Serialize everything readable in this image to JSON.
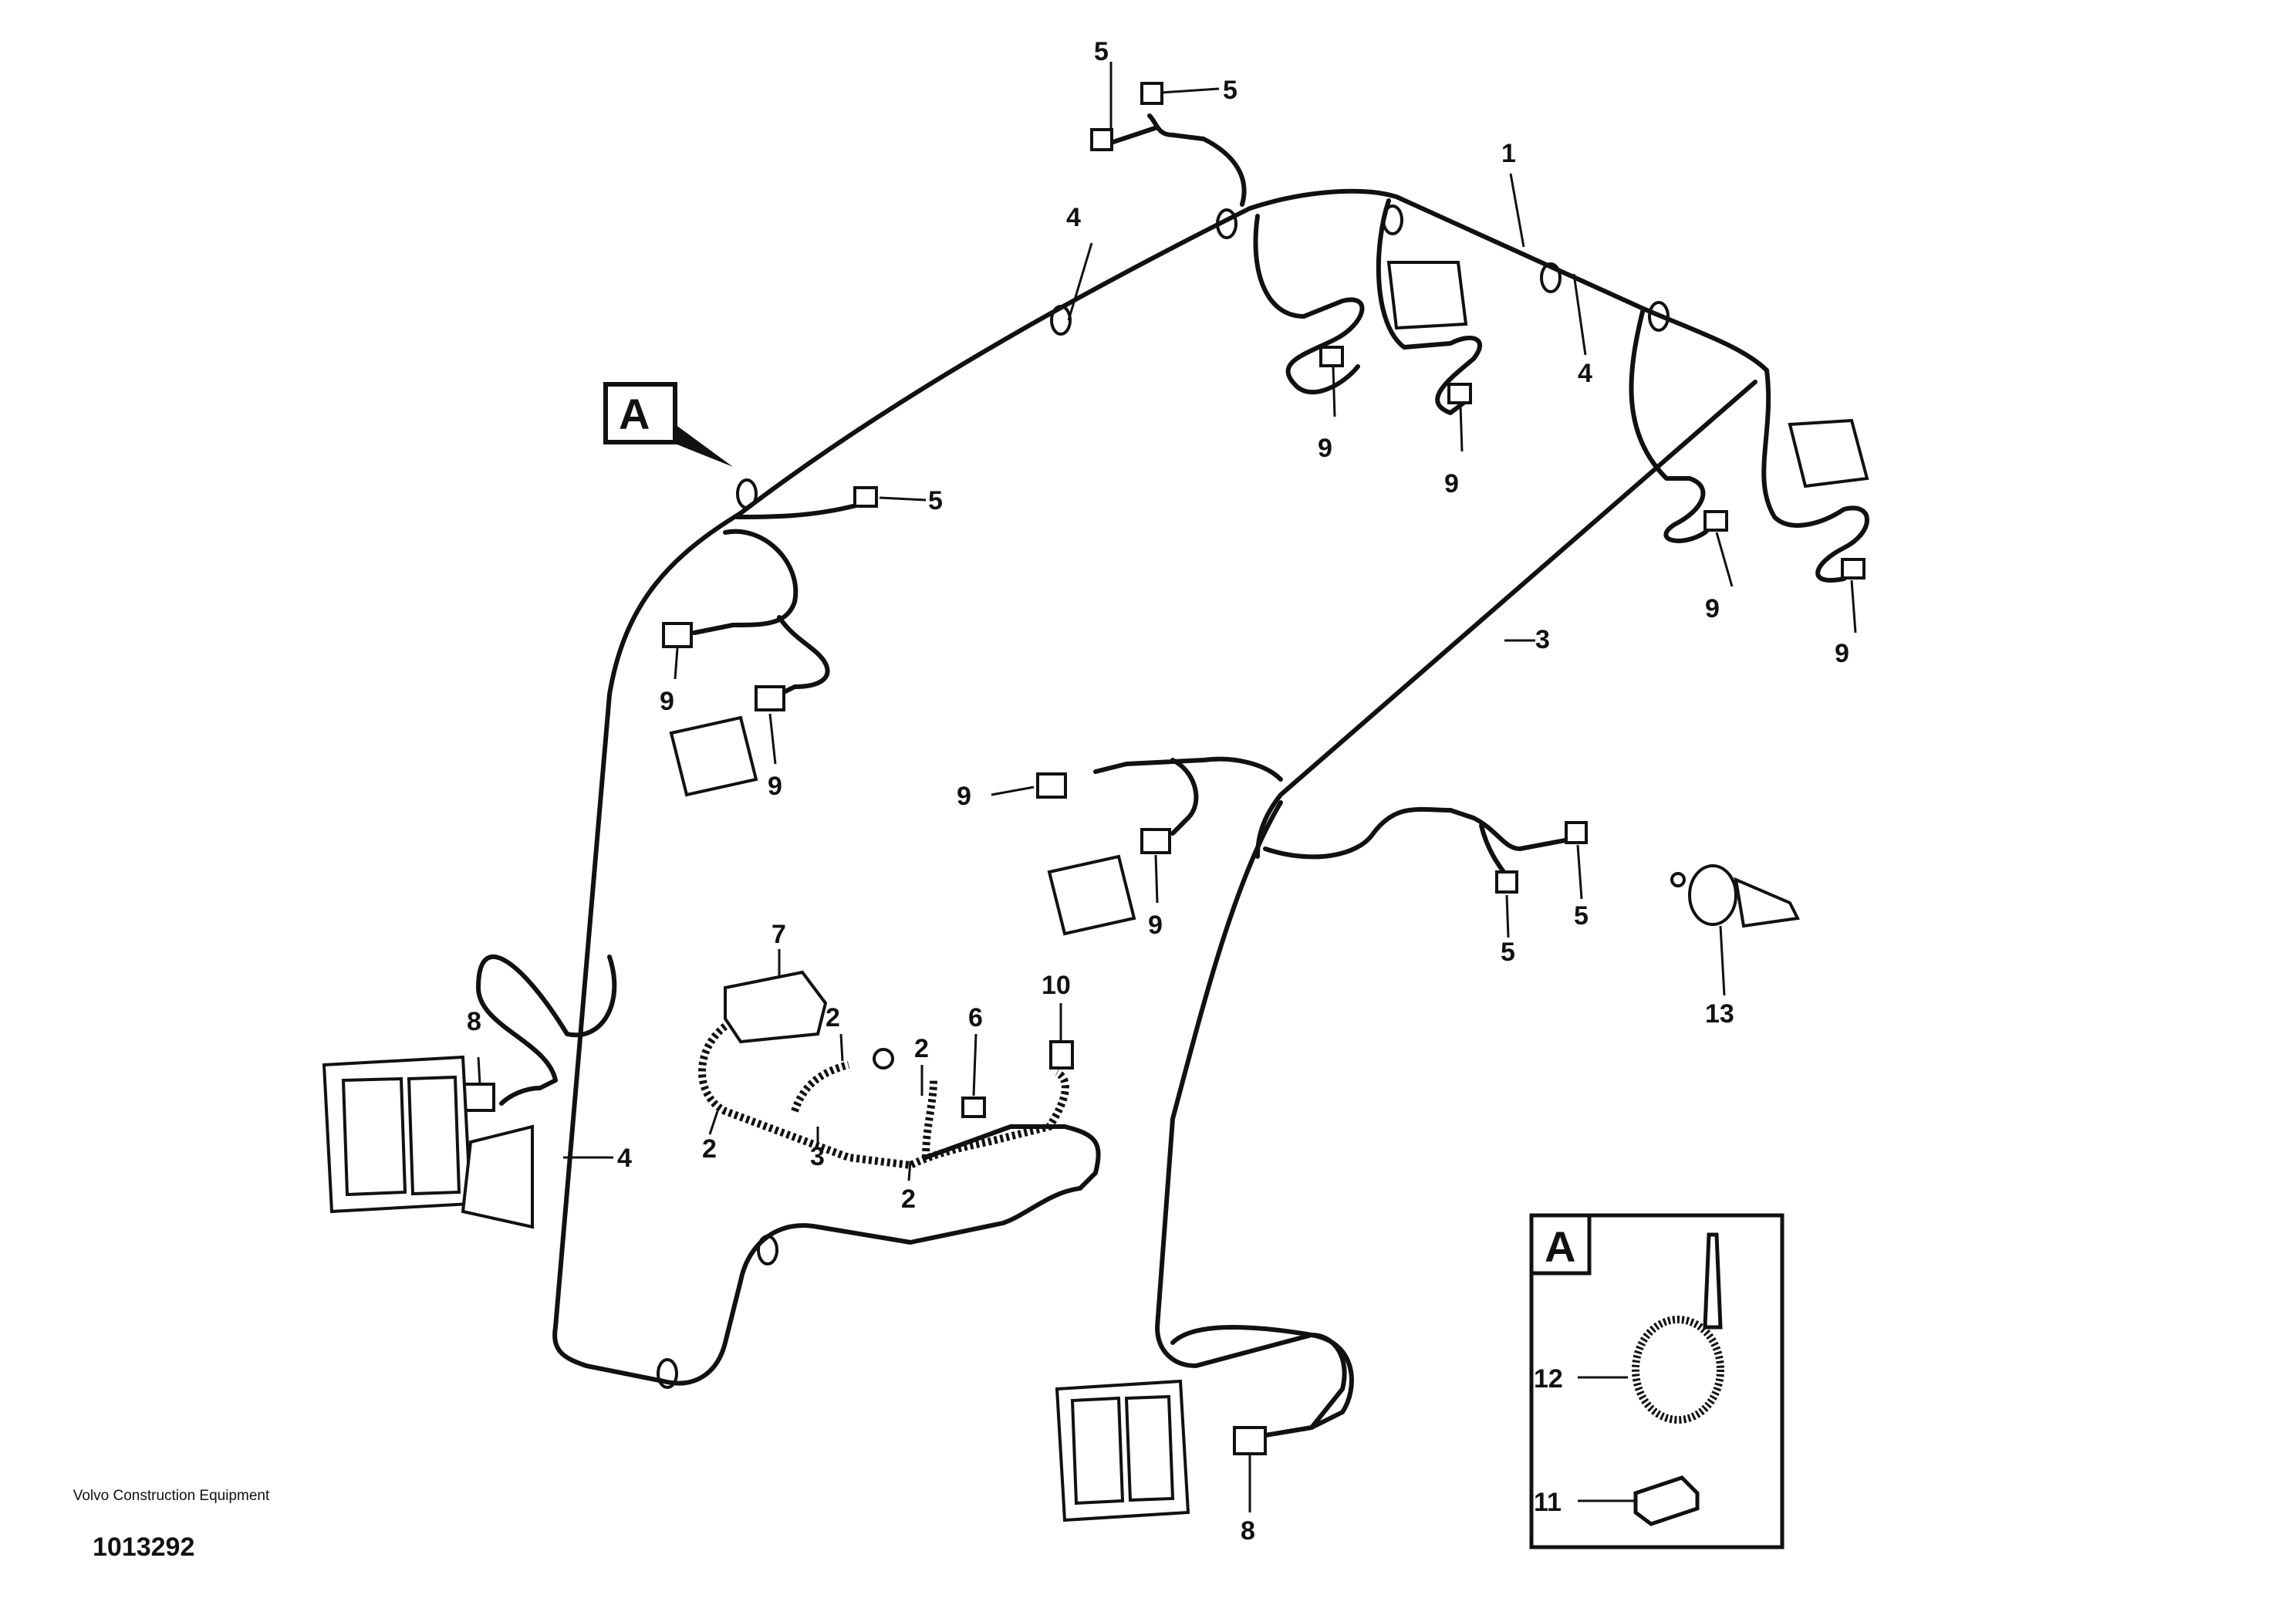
{
  "figure": {
    "detail_view_letter": "A",
    "detail_letter": "A",
    "callouts": {
      "c1": "1",
      "c2a": "2",
      "c2b": "2",
      "c2c": "2",
      "c2d": "2",
      "c3a": "3",
      "c3b": "3",
      "c4a": "4",
      "c4b": "4",
      "c4c": "4",
      "c5a": "5",
      "c5b": "5",
      "c5c": "5",
      "c5d": "5",
      "c5e": "5",
      "c6": "6",
      "c7": "7",
      "c8a": "8",
      "c8b": "8",
      "c9a": "9",
      "c9b": "9",
      "c9c": "9",
      "c9d": "9",
      "c9e": "9",
      "c9f": "9",
      "c9g": "9",
      "c9h": "9",
      "c10": "10",
      "c11": "11",
      "c12": "12",
      "c13": "13"
    }
  },
  "footer": {
    "manufacturer": "Volvo Construction Equipment",
    "drawing_number": "1013292"
  }
}
